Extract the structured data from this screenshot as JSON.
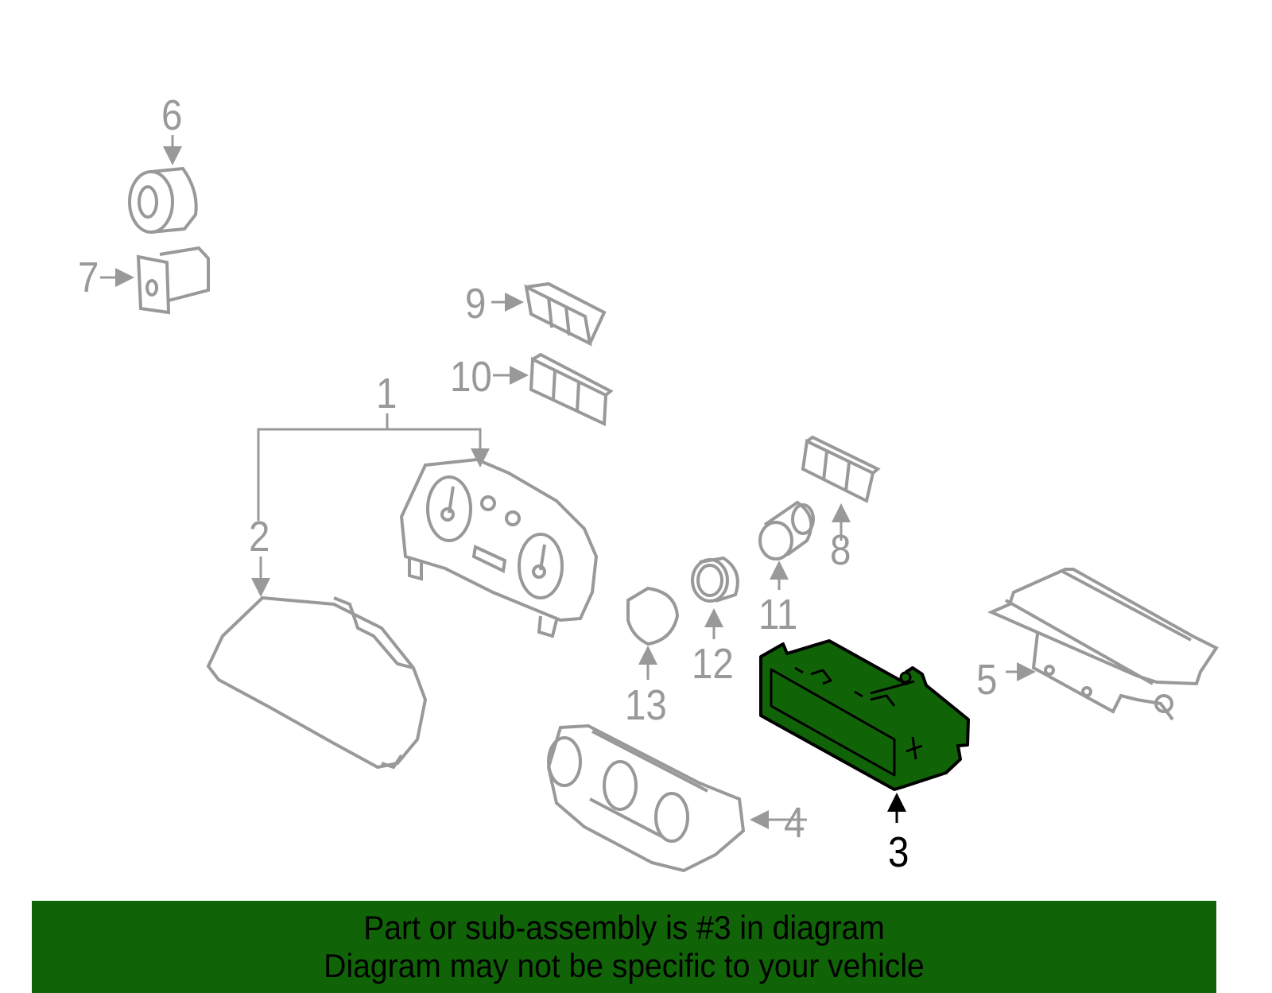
{
  "diagram": {
    "colors": {
      "part_outline": "#999999",
      "selected_fill": "#106407",
      "selected_outline": "#000000",
      "banner_bg": "#106407",
      "banner_text": "#000000"
    },
    "selected_part": "3",
    "callouts": [
      {
        "number": "1",
        "part": "instrument-cluster"
      },
      {
        "number": "2",
        "part": "cluster-lens"
      },
      {
        "number": "3",
        "part": "display-unit",
        "selected": true
      },
      {
        "number": "4",
        "part": "climate-control-panel"
      },
      {
        "number": "5",
        "part": "center-console-bezel"
      },
      {
        "number": "6",
        "part": "ignition-switch"
      },
      {
        "number": "7",
        "part": "headlamp-switch"
      },
      {
        "number": "8",
        "part": "switch-assembly"
      },
      {
        "number": "9",
        "part": "switch-assembly"
      },
      {
        "number": "10",
        "part": "switch-assembly"
      },
      {
        "number": "11",
        "part": "socket"
      },
      {
        "number": "12",
        "part": "bezel-ring"
      },
      {
        "number": "13",
        "part": "knob"
      }
    ]
  },
  "banner": {
    "line1": "Part or sub-assembly is #3 in diagram",
    "line2": "Diagram may not be specific to your vehicle"
  }
}
